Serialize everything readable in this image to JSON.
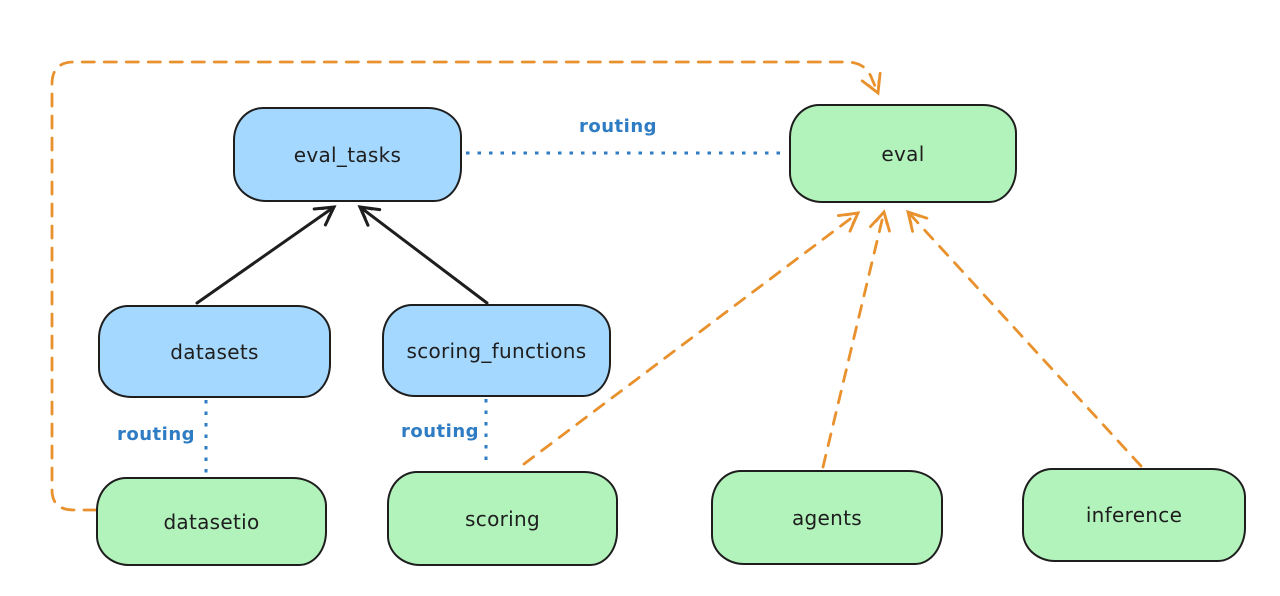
{
  "diagram": {
    "type": "architecture-graph",
    "style": "hand-drawn-whiteboard",
    "background": "#ffffff",
    "colors": {
      "node_stroke": "#1e1e1e",
      "blue_node_fill": "#a5d8ff",
      "green_node_fill": "#b2f2bb",
      "routing_line": "#2e7cc3",
      "dashed_dependency_line": "#e8912d",
      "solid_arrow": "#1e1e1e"
    },
    "nodes": {
      "eval_tasks": {
        "label": "eval_tasks",
        "kind": "blue"
      },
      "eval": {
        "label": "eval",
        "kind": "green"
      },
      "datasets": {
        "label": "datasets",
        "kind": "blue"
      },
      "scoring_functions": {
        "label": "scoring_functions",
        "kind": "blue"
      },
      "datasetio": {
        "label": "datasetio",
        "kind": "green"
      },
      "scoring": {
        "label": "scoring",
        "kind": "green"
      },
      "agents": {
        "label": "agents",
        "kind": "green"
      },
      "inference": {
        "label": "inference",
        "kind": "green"
      }
    },
    "labels": {
      "routing_top": "routing",
      "routing_left": "routing",
      "routing_mid": "routing"
    },
    "edges": [
      {
        "from": "datasets",
        "to": "eval_tasks",
        "style": "solid",
        "arrow": true,
        "color": "black"
      },
      {
        "from": "scoring_functions",
        "to": "eval_tasks",
        "style": "solid",
        "arrow": true,
        "color": "black"
      },
      {
        "from": "eval_tasks",
        "to": "eval",
        "style": "dotted",
        "arrow": false,
        "color": "blue",
        "label": "routing"
      },
      {
        "from": "datasets",
        "to": "datasetio",
        "style": "dotted",
        "arrow": false,
        "color": "blue",
        "label": "routing"
      },
      {
        "from": "scoring_functions",
        "to": "scoring",
        "style": "dotted",
        "arrow": false,
        "color": "blue",
        "label": "routing"
      },
      {
        "from": "datasetio",
        "to": "eval",
        "style": "dashed",
        "arrow": true,
        "color": "orange",
        "route": "around-left-and-top"
      },
      {
        "from": "scoring",
        "to": "eval",
        "style": "dashed",
        "arrow": true,
        "color": "orange"
      },
      {
        "from": "agents",
        "to": "eval",
        "style": "dashed",
        "arrow": true,
        "color": "orange"
      },
      {
        "from": "inference",
        "to": "eval",
        "style": "dashed",
        "arrow": true,
        "color": "orange"
      }
    ]
  }
}
